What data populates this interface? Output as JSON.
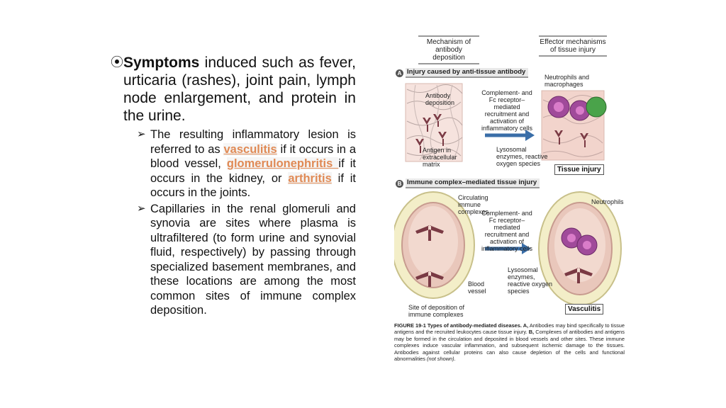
{
  "bullets": {
    "main": {
      "lead": "Symptoms",
      "text": " induced such as fever, urticaria (rashes), joint pain, lymph node enlargement, and protein in the urine."
    },
    "sub1": {
      "t1": "The resulting inflammatory lesion is referred to as ",
      "term1": "vasculitis",
      "t2": " if it occurs in a blood vessel, ",
      "term2": "glomerulonephritis ",
      "t3": "if it occurs in the kidney, or ",
      "term3": "arthritis",
      "t4": " if it occurs in the joints."
    },
    "sub2": {
      "text": "Capillaries in the renal glomeruli and synovia are sites where plasma is ultrafiltered (to form urine and synovial fluid, respectively) by passing through specialized basement membranes, and these locations are among the most common sites of immune complex deposition."
    }
  },
  "figure": {
    "head_left": "Mechanism of antibody deposition",
    "head_right": "Effector mechanisms of tissue injury",
    "panel_a": {
      "letter": "A",
      "title": "Injury caused by anti-tissue antibody",
      "antibody_deposition": "Antibody deposition",
      "antigen_ecm": "Antigen in extracellular matrix",
      "complement_fc": "Complement- and Fc receptor– mediated recruitment and activation of inflammatory cells",
      "neutrophils_macrophages": "Neutrophils and macrophages",
      "lysosomal": "Lysosomal enzymes, reactive oxygen species",
      "result": "Tissue injury"
    },
    "panel_b": {
      "letter": "B",
      "title": "Immune complex–mediated tissue injury",
      "circulating": "Circulating immune complexes",
      "complement_fc": "Complement- and Fc receptor– mediated recruitment and activation of inflammatory cells",
      "neutrophils": "Neutrophils",
      "blood_vessel": "Blood vessel",
      "site_deposition": "Site of deposition of immune complexes",
      "lysosomal": "Lysosomal enzymes, reactive oxygen species",
      "result": "Vasculitis"
    },
    "caption": {
      "label": "FIGURE 19-1 Types of antibody-mediated diseases. A,",
      "text1": " Antibodies may bind specifically to tissue antigens and the recruited leukocytes cause tissue injury. ",
      "b_label": "B,",
      "text2": " Complexes of antibodies and antigens may be formed in the circulation and deposited in blood vessels and other sites. These immune complexes induce vascular inflammation, and subsequent ischemic damage to the tissues. Antibodies against cellular proteins can also cause depletion of the cells and functional abnormalities ",
      "italic": "(not shown)",
      "end": "."
    }
  },
  "colors": {
    "term": "#e08a55",
    "tissue": "#f2c9c0",
    "antibody": "#7a3a44",
    "cell": "#8e3a8a",
    "macrophage": "#4aa34a",
    "arrow": "#3a6ea8"
  }
}
